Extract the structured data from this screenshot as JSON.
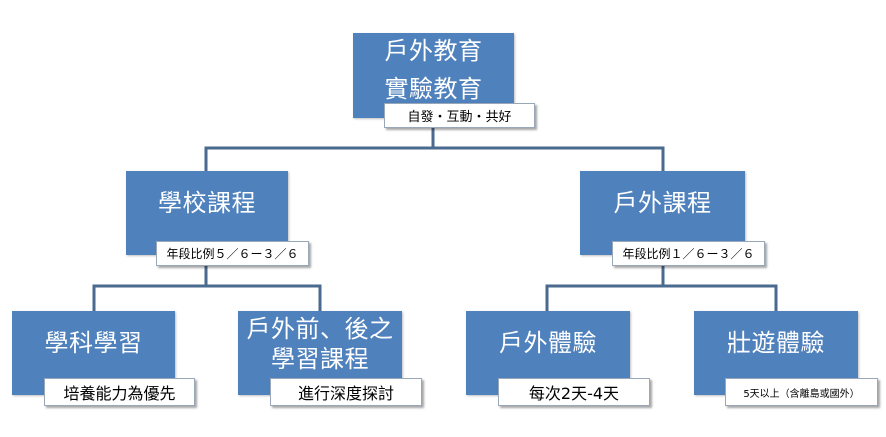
{
  "root": {
    "title_line1": "戶外教育",
    "title_line2": "實驗教育",
    "tag": "自發・互動・共好"
  },
  "branches": [
    {
      "title": "學校課程",
      "tag": "年段比例５／６ー３／６",
      "children": [
        {
          "title": "學科學習",
          "tag": "培養能力為優先"
        },
        {
          "title_line1": "戶外前、後之",
          "title_line2": "學習課程",
          "tag": "進行深度探討"
        }
      ]
    },
    {
      "title": "戶外課程",
      "tag": "年段比例１／６ー３／６",
      "children": [
        {
          "title": "戶外體驗",
          "tag": "每次2天-4天"
        },
        {
          "title": "壯遊體驗",
          "tag": "5天以上（含離島或國外）"
        }
      ]
    }
  ],
  "colors": {
    "box_fill": "#4f81bd",
    "connector": "#4a6a8f",
    "tag_fill": "#ffffff"
  }
}
